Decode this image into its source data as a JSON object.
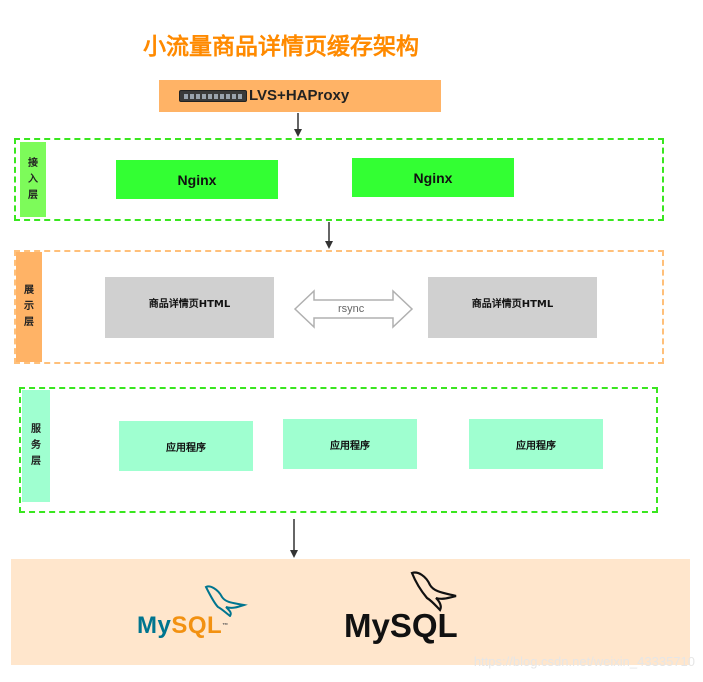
{
  "title": "小流量商品详情页缓存架构",
  "lvs": {
    "label": "LVS+HAProxy",
    "icon": "network-switch-icon"
  },
  "layers": {
    "access": {
      "label_chars": [
        "接",
        "入",
        "层"
      ],
      "nodes": [
        "Nginx",
        "Nginx"
      ]
    },
    "display": {
      "label_chars": [
        "展",
        "示",
        "层"
      ],
      "nodes": [
        "商品详情页HTML",
        "商品详情页HTML"
      ],
      "sync_label": "rsync"
    },
    "service": {
      "label_chars": [
        "服",
        "务",
        "层"
      ],
      "nodes": [
        "应用程序",
        "应用程序",
        "应用程序"
      ]
    }
  },
  "database": {
    "logos": [
      {
        "name": "mysql-logo-color",
        "my": "My",
        "sql": "SQL",
        "tm": "™"
      },
      {
        "name": "mysql-logo-black",
        "text": "MySQL"
      }
    ]
  },
  "watermark": "https://blog.csdn.net/weixin_43335710",
  "colors": {
    "title": "#ff8a00",
    "lvs_fill": "#ffb366",
    "access_border": "#39e61f",
    "display_border": "#ffc07a",
    "nginx_fill": "#33ff33",
    "html_fill": "#d0d0d0",
    "app_fill": "#9fffd0",
    "db_fill": "#ffe6cc"
  }
}
